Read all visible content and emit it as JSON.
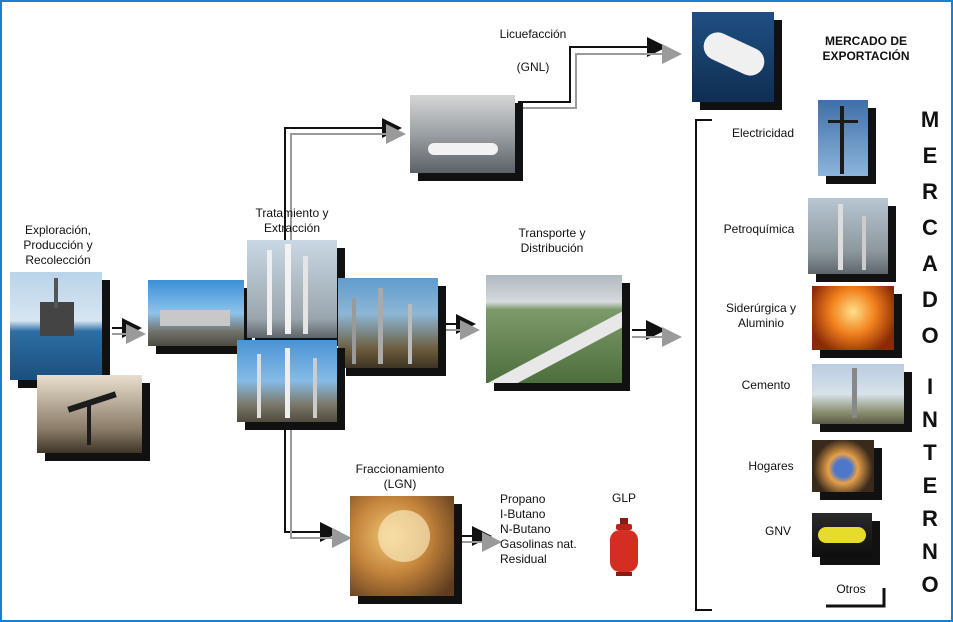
{
  "colors": {
    "frame": "#1a7fd1",
    "arrow_shadow": "#9a9a9a"
  },
  "labels": {
    "exploracion": [
      "Exploración,",
      "Producción y",
      "Recolección"
    ],
    "tratamiento": [
      "Tratamiento y",
      "Extracción"
    ],
    "licuefaccion": "Licuefacción",
    "gnl": "(GNL)",
    "transporte": [
      "Transporte y",
      "Distribución"
    ],
    "fraccionamiento": [
      "Fraccionamiento",
      "(LGN)"
    ],
    "productos": [
      "Propano",
      "I-Butano",
      "N-Butano",
      "Gasolinas nat.",
      "Residual"
    ],
    "glp": "GLP",
    "mercado_exportacion": [
      "MERCADO DE",
      "EXPORTACIÓN"
    ],
    "electricidad": "Electricidad",
    "petroquimica": "Petroquímica",
    "siderurgica": [
      "Siderúrgica y",
      "Aluminio"
    ],
    "cemento": "Cemento",
    "hogares": "Hogares",
    "gnv": "GNV",
    "otros": "Otros",
    "mercado_vertical": "MERCADO",
    "interno_vertical": "INTERNO"
  },
  "images": [
    "offshore-platform-photo",
    "pumpjack-photo",
    "gas-plant-photo",
    "treatment-tower-photo",
    "refinery-photo",
    "extraction-plant-photo",
    "lng-terminal-photo",
    "lng-tanker-photo",
    "pipeline-photo",
    "fractionation-tank-photo",
    "lpg-cylinder-icon",
    "power-tower-photo",
    "petrochemical-plant-photo",
    "steel-furnace-photo",
    "cement-plant-photo",
    "home-stove-photo",
    "cng-cylinder-photo"
  ]
}
